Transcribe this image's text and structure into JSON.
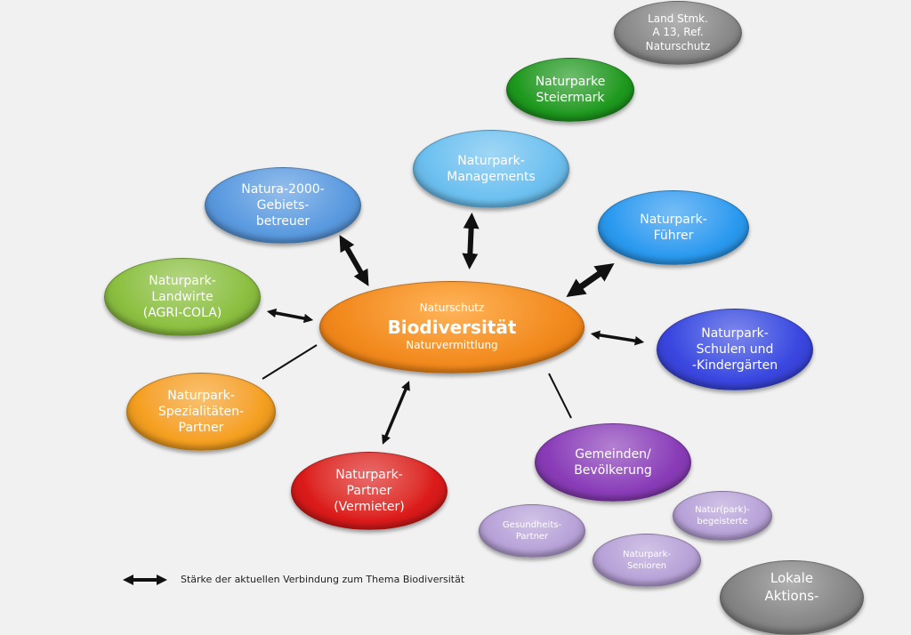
{
  "center": {
    "top": "Naturschutz",
    "main": "Biodiversität",
    "bottom": "Naturvermittlung",
    "color": "#f28a1e"
  },
  "nodes": [
    {
      "id": "land-stmk",
      "lines": [
        "Land Stmk.",
        "A 13, Ref.",
        "Naturschutz"
      ],
      "color": "#8a8a8a"
    },
    {
      "id": "naturparke-steiermark",
      "lines": [
        "Naturparke",
        "Steiermark"
      ],
      "color": "#1e9a1e"
    },
    {
      "id": "naturpark-managements",
      "lines": [
        "Naturpark-",
        "Managements"
      ],
      "color": "#6cc0f0"
    },
    {
      "id": "natura-2000",
      "lines": [
        "Natura-2000-",
        "Gebiets-",
        "betreuer"
      ],
      "color": "#5a9ae0"
    },
    {
      "id": "naturpark-fuehrer",
      "lines": [
        "Naturpark-",
        "Führer"
      ],
      "color": "#2a9af0"
    },
    {
      "id": "naturpark-landwirte",
      "lines": [
        "Naturpark-",
        "Landwirte",
        "(AGRI-COLA)"
      ],
      "color": "#8cc040"
    },
    {
      "id": "naturpark-schulen",
      "lines": [
        "Naturpark-",
        "Schulen und",
        "-Kindergärten"
      ],
      "color": "#3a46e0"
    },
    {
      "id": "naturpark-spezialitaeten",
      "lines": [
        "Naturpark-",
        "Spezialitäten-",
        "Partner"
      ],
      "color": "#f5a020"
    },
    {
      "id": "gemeinden",
      "lines": [
        "Gemeinden/",
        "Bevölkerung"
      ],
      "color": "#8a3cb8"
    },
    {
      "id": "naturpark-partner",
      "lines": [
        "Naturpark-",
        "Partner",
        "(Vermieter)"
      ],
      "color": "#dc1a1a"
    },
    {
      "id": "gesundheits-partner",
      "lines": [
        "Gesundheits-",
        "Partner"
      ],
      "color": "#b8a2d8"
    },
    {
      "id": "naturpark-begeisterte",
      "lines": [
        "Natur(park)-",
        "begeisterte"
      ],
      "color": "#b8a2d8"
    },
    {
      "id": "naturpark-senioren",
      "lines": [
        "Naturpark-",
        "Senioren"
      ],
      "color": "#b8a2d8"
    },
    {
      "id": "lokale-aktions",
      "lines": [
        "Lokale",
        "Aktions-"
      ],
      "color": "#858585"
    }
  ],
  "legend": {
    "text": "Stärke der aktuellen Verbindung zum Thema Biodiversität"
  }
}
